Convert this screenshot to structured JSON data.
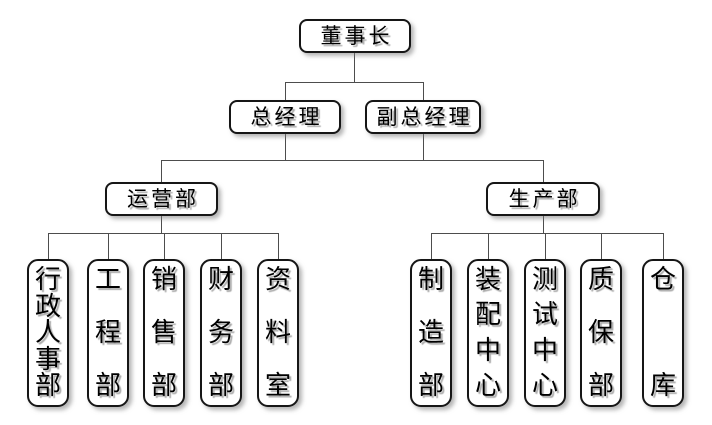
{
  "org": {
    "chairman": "董事长",
    "managers": [
      {
        "label": "总经理"
      },
      {
        "label": "副总经理"
      }
    ],
    "departments": [
      {
        "label": "运营部",
        "children": [
          {
            "label": "行政人事部"
          },
          {
            "label": "工程部"
          },
          {
            "label": "销售部"
          },
          {
            "label": "财务部"
          },
          {
            "label": "资料室"
          }
        ]
      },
      {
        "label": "生产部",
        "children": [
          {
            "label": "制造部"
          },
          {
            "label": "装配中心"
          },
          {
            "label": "测试中心"
          },
          {
            "label": "质保部"
          },
          {
            "label": "仓库"
          }
        ]
      }
    ]
  }
}
